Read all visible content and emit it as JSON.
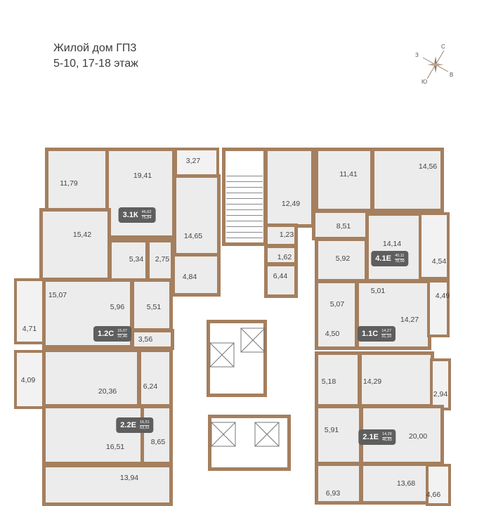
{
  "header": {
    "title": "Жилой дом ГП3",
    "subtitle": "5-10, 17-18 этаж"
  },
  "compass": {
    "north": "С",
    "west": "З",
    "east": "В",
    "south": "Ю",
    "icon": "compass-rose-icon"
  },
  "colors": {
    "wall": "#a57f5e",
    "room": "#ececec",
    "badge": "#5e5e5e"
  },
  "rooms": [
    "11,79",
    "19,41",
    "3,27",
    "14,65",
    "15,42",
    "5,34",
    "2,75",
    "4,84",
    "15,07",
    "5,96",
    "5,51",
    "4,71",
    "3,56",
    "4,09",
    "20,36",
    "6,24",
    "16,51",
    "8,65",
    "13,94",
    "12,49",
    "11,41",
    "14,56",
    "8,51",
    "1,23",
    "1,62",
    "14,14",
    "5,92",
    "6,44",
    "4,54",
    "5,01",
    "4,49",
    "5,07",
    "14,27",
    "4,50",
    "5,18",
    "14,29",
    "2,94",
    "5,91",
    "20,00",
    "13,68",
    "6,93",
    "4,66"
  ],
  "apartments": [
    {
      "code": "3.1К",
      "living": "46,62",
      "total": "75,84"
    },
    {
      "code": "4.1Е",
      "living": "40,11",
      "total": "78,99"
    },
    {
      "code": "1.2С",
      "living": "15,07",
      "total": "32,46"
    },
    {
      "code": "2.2Е",
      "living": "16,51",
      "total": "53,91"
    },
    {
      "code": "1.1С",
      "living": "14,27",
      "total": "31,10"
    },
    {
      "code": "2.1Е",
      "living": "14,29",
      "total": "46,83"
    }
  ]
}
